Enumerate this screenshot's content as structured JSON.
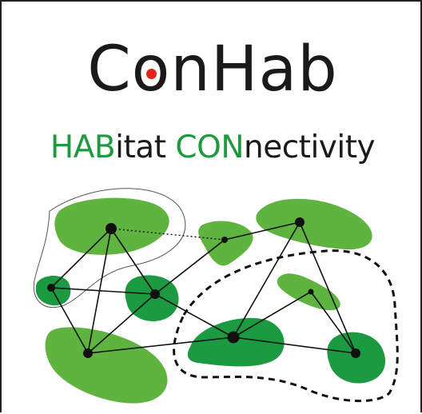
{
  "logo": {
    "title_part1": "C",
    "title_o": "o",
    "title_part2": "nHab",
    "subtitle_hab": "HAB",
    "subtitle_itat": "itat ",
    "subtitle_con": "CON",
    "subtitle_nectivity": "nectivity"
  },
  "colors": {
    "patch_light": "#5fb33f",
    "patch_dark": "#1b9a41",
    "subtitle_accent": "#1d9a3d",
    "title_dot": "#e2231a",
    "node": "#111111"
  }
}
